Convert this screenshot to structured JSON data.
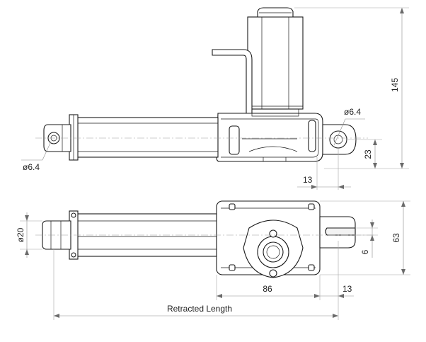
{
  "dimensions": {
    "height_total": "145",
    "pin_hole_rear": "ø6.4",
    "pin_hole_front": "ø6.4",
    "rear_pin_height": "23",
    "rear_eye_offset": "13",
    "tube_diameter": "ø20",
    "body_width": "86",
    "clevis_length": "13",
    "clevis_slot": "6",
    "body_height": "63",
    "retracted_length": "Retracted Length"
  }
}
